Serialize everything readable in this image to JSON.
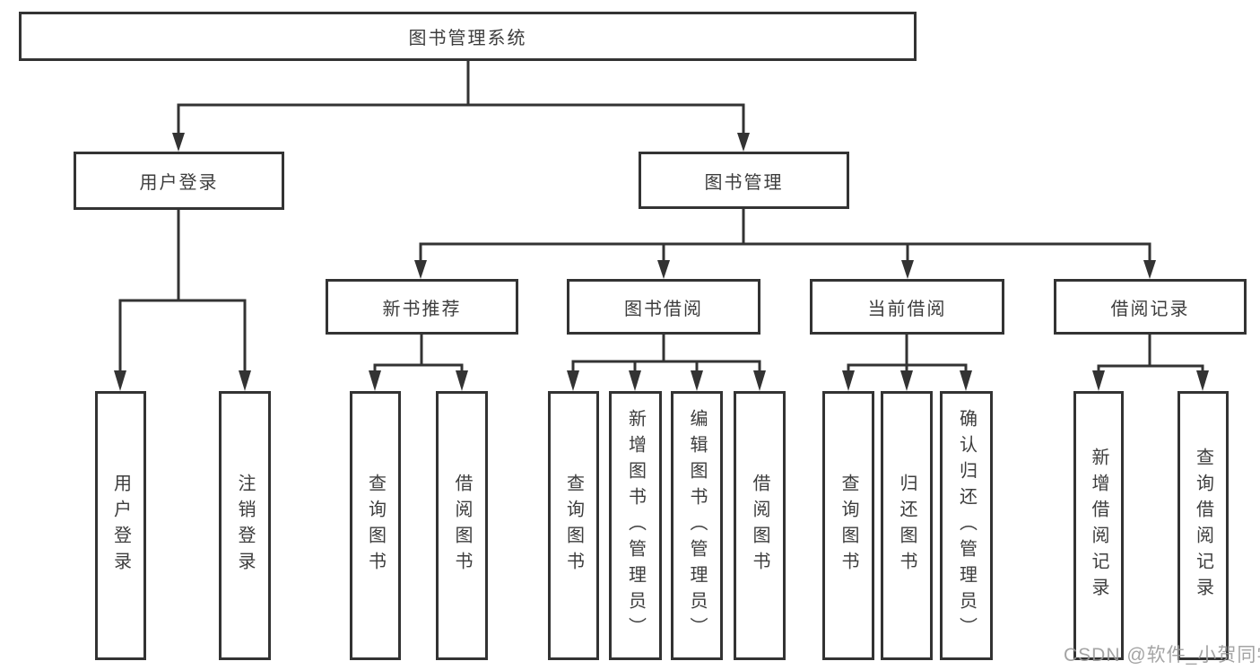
{
  "diagram": {
    "root": {
      "label": "图书管理系统"
    },
    "level1": [
      {
        "label": "用户登录",
        "children": [
          {
            "label": "用户登录"
          },
          {
            "label": "注销登录"
          }
        ]
      },
      {
        "label": "图书管理",
        "children": [
          {
            "label": "新书推荐",
            "children": [
              {
                "label": "查询图书"
              },
              {
                "label": "借阅图书"
              }
            ]
          },
          {
            "label": "图书借阅",
            "children": [
              {
                "label": "查询图书"
              },
              {
                "label": "新增图书（管理员）"
              },
              {
                "label": "编辑图书（管理员）"
              },
              {
                "label": "借阅图书"
              }
            ]
          },
          {
            "label": "当前借阅",
            "children": [
              {
                "label": "查询图书"
              },
              {
                "label": "归还图书"
              },
              {
                "label": "确认归还（管理员）"
              }
            ]
          },
          {
            "label": "借阅记录",
            "children": [
              {
                "label": "新增借阅记录"
              },
              {
                "label": "查询借阅记录"
              }
            ]
          }
        ]
      }
    ]
  },
  "watermark": {
    "text": "CSDN @软件_小贺同学"
  },
  "colors": {
    "line": "#333333",
    "box_border": "#333333",
    "text": "#3d3d3d",
    "background": "#ffffff",
    "watermark": "#9a9a9a"
  }
}
